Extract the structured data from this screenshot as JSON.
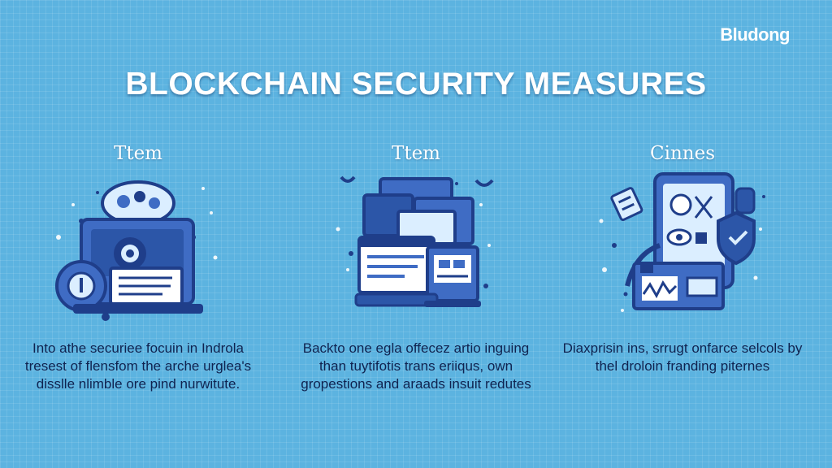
{
  "brand": "Bludong",
  "title": "BLOCKCHAIN SECURITY MEASURES",
  "columns": [
    {
      "heading": "Ttem",
      "icon": "padlock-monitor-icon",
      "text": "Into athe securiee focuin in Indrola tresest of flensfom the arche urglea's disslle nlimble ore pind nurwitute."
    },
    {
      "heading": "Ttem",
      "icon": "stacked-windows-icon",
      "text": "Backto one egla offecez artio inguing than tuytifotis trans eriiqus, own gropestions and araads insuit redutes"
    },
    {
      "heading": "Cinnes",
      "icon": "mobile-device-shield-icon",
      "text": "Diaxprisin ins, srrugt onfarce selcols by thel droloin franding piternes"
    }
  ],
  "colors": {
    "background": "#5cb3e0",
    "navy": "#1f3e8a",
    "panel": "#3f6cc4",
    "light": "#dbeeff",
    "text": "#0f2350"
  }
}
